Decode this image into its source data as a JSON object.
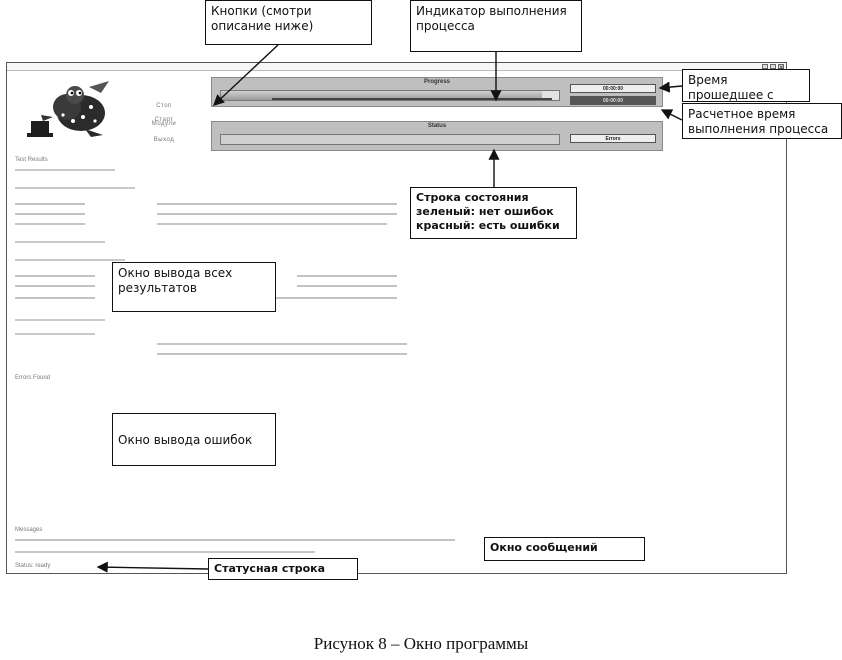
{
  "window": {
    "buttons": [
      "Старт",
      "Стоп",
      "Модули",
      "Выход"
    ],
    "progress_panel": {
      "title": "Progress",
      "elapsed_box": "00:00:00",
      "estimate_box": "00:00:00"
    },
    "status_panel": {
      "title": "Status",
      "box": "Errors"
    },
    "results_label": "Test Results",
    "errors_label": "Errors Found",
    "messages_label": "Messages",
    "statusbar_text": "Status: ready"
  },
  "callouts": {
    "buttons": "Кнопки (смотри описание ниже)",
    "progress_indicator": "Индикатор выполнения процесса",
    "elapsed_time": "Время прошедшее с начала процесса",
    "estimated_time": "Расчетное время выполнения процесса",
    "status_line_l1": "Строка состояния",
    "status_line_l2": "зеленый: нет ошибок",
    "status_line_l3": "красный: есть ошибки",
    "results_window": "Окно вывода всех результатов",
    "errors_window": "Окно вывода ошибок",
    "messages_window": "Окно сообщений",
    "statusbar": "Статусная строка"
  },
  "progress": {
    "fraction": 0.95
  },
  "caption": "Рисунок 8 – Окно программы"
}
